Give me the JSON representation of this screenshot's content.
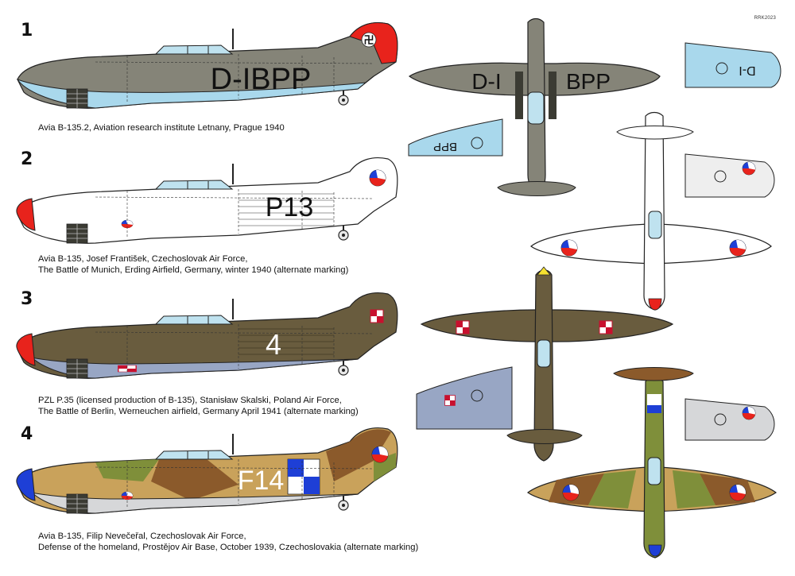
{
  "credit": "RRK2023",
  "colors": {
    "grey_upper": "#858478",
    "light_blue_under": "#a9d8ec",
    "white": "#ffffff",
    "red": "#e8231c",
    "olive_brown": "#695c3e",
    "blue_grey_under": "#98a6c4",
    "camo_tan": "#c9a25b",
    "camo_brown": "#8b5a2b",
    "camo_green": "#7f8f3a",
    "light_grey_under": "#d6d7d9",
    "blue": "#1e3fd6",
    "yellow": "#f5e030"
  },
  "schemes": [
    {
      "number": "1",
      "registration": "D-IBPP",
      "top_wing_left": "D-I",
      "top_wing_right": "BPP",
      "underwing_a": "BPP",
      "underwing_b": "D-I",
      "caption_lines": [
        "Avia B-135.2, Aviation research institute Letnany, Prague 1940"
      ]
    },
    {
      "number": "2",
      "registration": "P13",
      "caption_lines": [
        "Avia B-135, Josef František, Czechoslovak Air Force,",
        "The Battle of Munich, Erding Airfield, Germany, winter 1940 (alternate marking)"
      ]
    },
    {
      "number": "3",
      "registration": "4",
      "caption_lines": [
        "PZL P.35 (licensed production of B-135), Stanisław Skalski, Poland Air Force,",
        "The Battle of Berlin, Werneuchen airfield, Germany April 1941 (alternate marking)"
      ]
    },
    {
      "number": "4",
      "registration": "F14",
      "caption_lines": [
        "Avia B-135, Filip Nevečeřal, Czechoslovak Air Force,",
        "Defense of the homeland, Prostějov Air Base, October 1939, Czechoslovakia (alternate marking)"
      ]
    }
  ]
}
